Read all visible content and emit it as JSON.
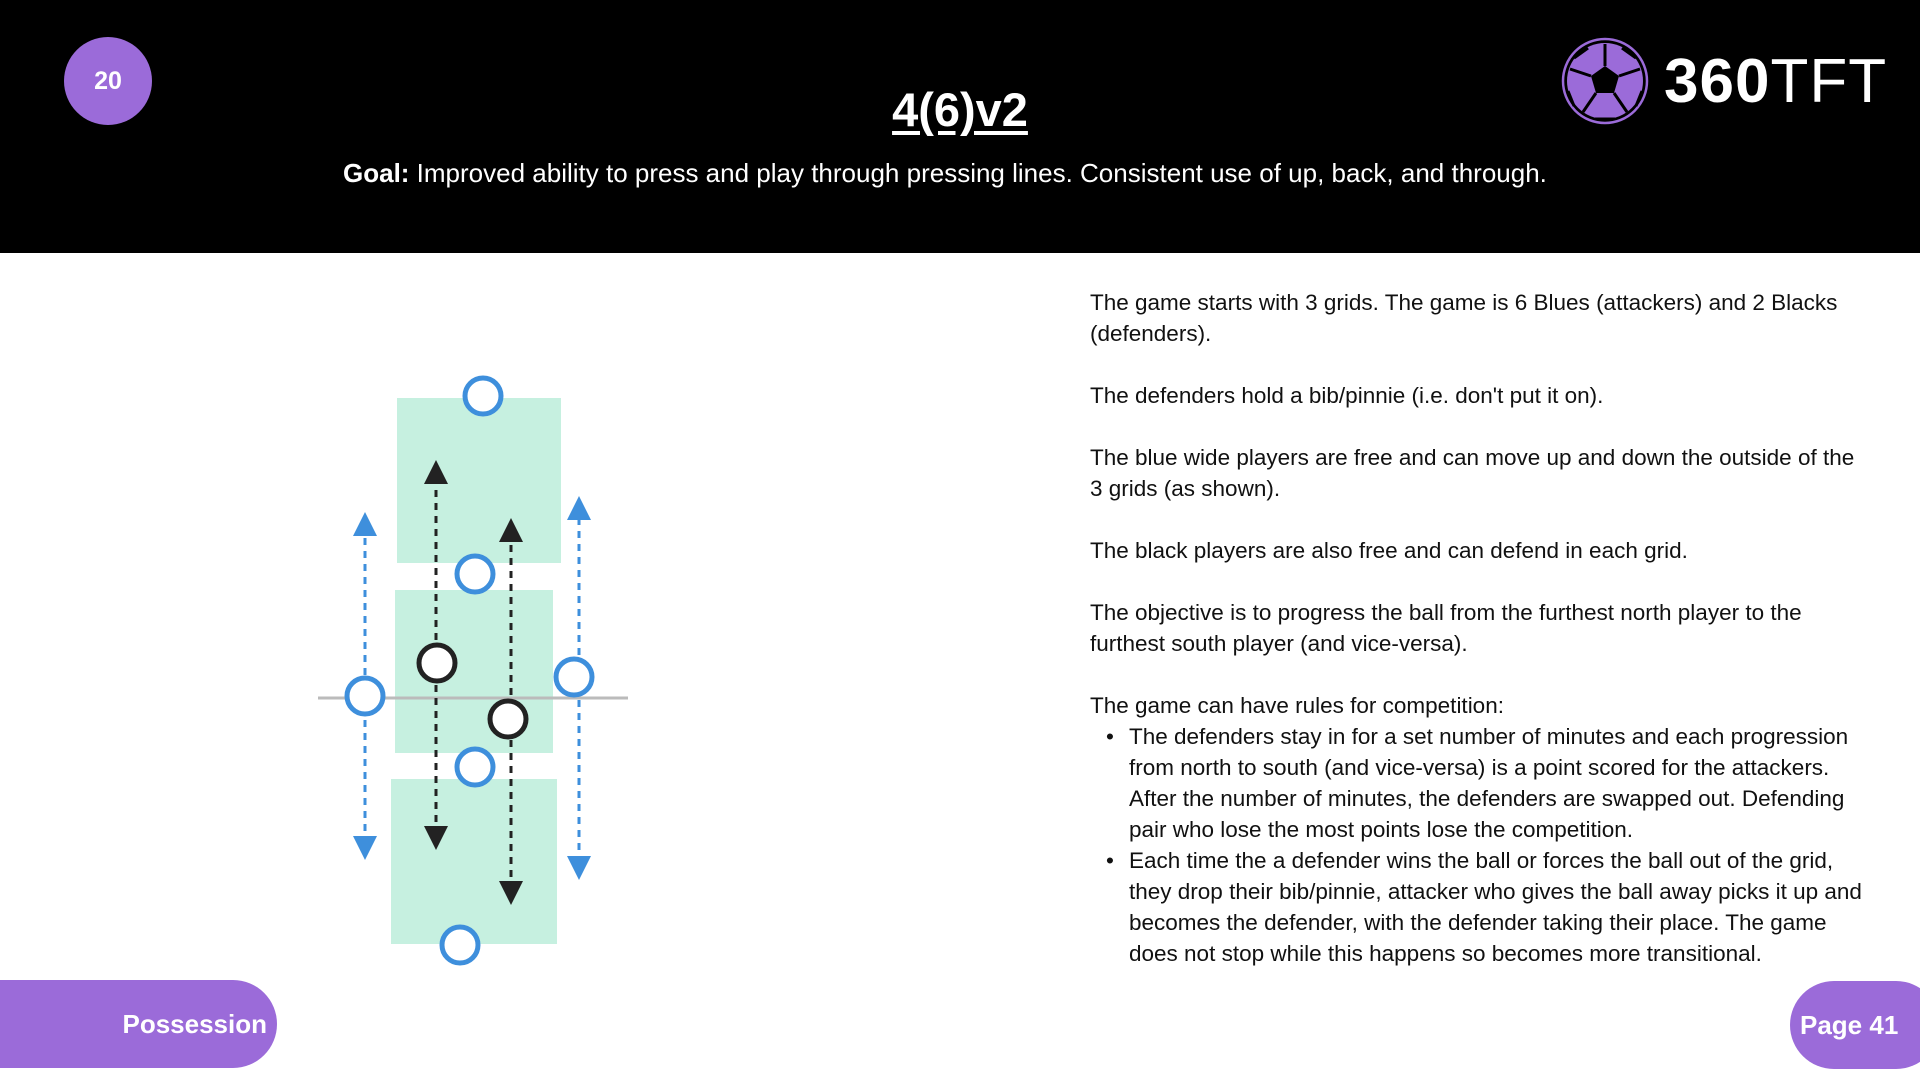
{
  "header": {
    "session_number": "20",
    "title": "4(6)v2",
    "goal_label": "Goal:",
    "goal_text": " Improved ability to press and play through pressing lines. Consistent use of up, back, and through.",
    "logo": {
      "text_bold": "360",
      "text_light": "TFT",
      "icon": "soccer-ball-icon"
    }
  },
  "description": {
    "paragraphs": [
      "The game starts with 3 grids. The game is 6 Blues (attackers) and 2 Blacks (defenders).",
      "The defenders hold a bib/pinnie (i.e. don't put it on).",
      "The blue wide players are free and can move up and down the outside of the 3 grids (as shown).",
      "The black players are also free and can defend in each grid.",
      "The objective is to progress the ball from the furthest north player to the furthest south player (and vice-versa)."
    ],
    "rules_intro": "The game can have rules for competition:",
    "rules": [
      "The defenders stay in for a set number of minutes and each progression from north to south (and vice-versa) is a point scored for the attackers. After the number of minutes, the defenders are swapped out. Defending pair who lose the most points lose the competition.",
      "Each time the a defender wins the ball or forces the ball out of the grid, they drop their bib/pinnie, attacker who gives the ball away picks it up and becomes the defender, with the defender taking their place. The game does not stop while this happens so becomes more transitional."
    ]
  },
  "footer": {
    "category": "Possession",
    "page": "Page 41"
  },
  "colors": {
    "accent": "#9b6bd9",
    "grid": "#c6f0e0",
    "attacker": "#3e8fdc",
    "defender": "#222222"
  }
}
